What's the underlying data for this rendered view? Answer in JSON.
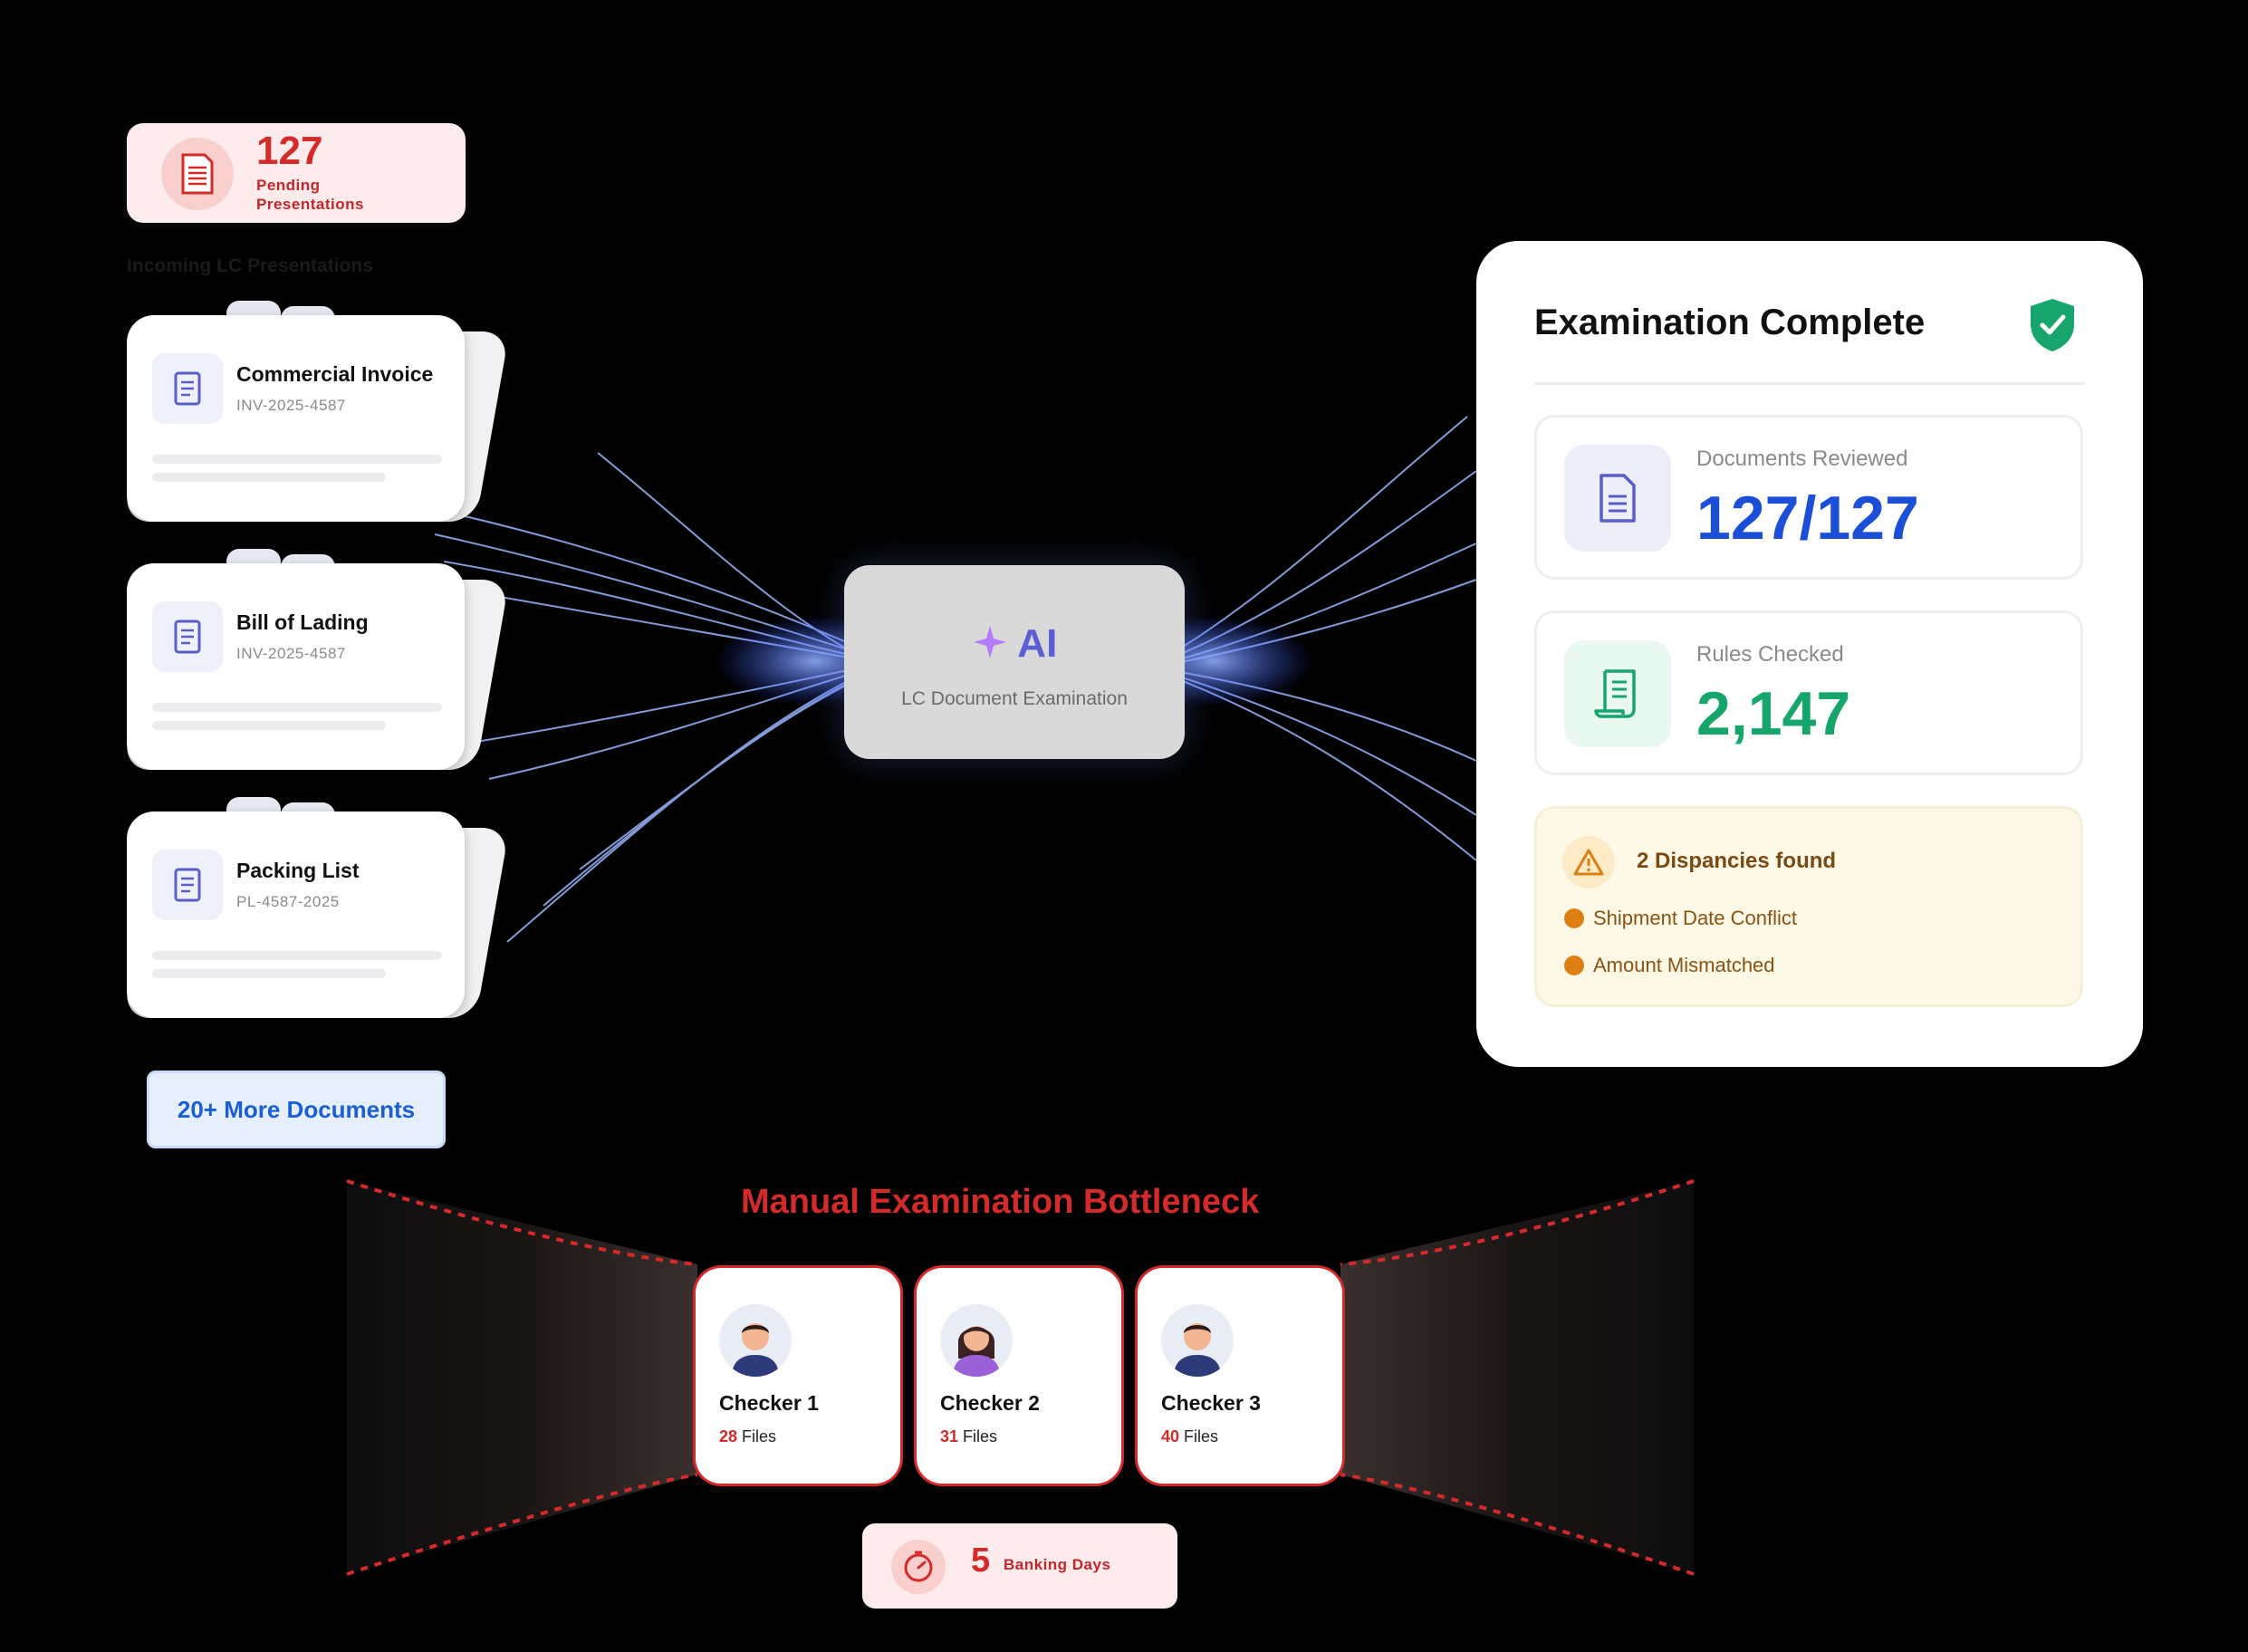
{
  "pending": {
    "count": "127",
    "label_line1": "Pending",
    "label_line2": "Presentations"
  },
  "incoming_title": "Incoming LC Presentations",
  "documents": [
    {
      "title": "Commercial Invoice",
      "ref": "INV-2025-4587"
    },
    {
      "title": "Bill of Lading",
      "ref": "INV-2025-4587"
    },
    {
      "title": "Packing List",
      "ref": "PL-4587-2025"
    }
  ],
  "more_documents": "20+ More Documents",
  "ai": {
    "title": "AI",
    "subtitle": "LC Document Examination"
  },
  "exam": {
    "title": "Examination Complete",
    "docs_reviewed_label": "Documents Reviewed",
    "docs_reviewed_value": "127/127",
    "rules_label": "Rules Checked",
    "rules_value": "2,147",
    "discrepancies_head": "2 Dispancies found",
    "discrepancies": [
      "Shipment Date Conflict",
      "Amount Mismatched"
    ]
  },
  "bottleneck": {
    "title": "Manual Examination Bottleneck",
    "checkers": [
      {
        "name": "Checker 1",
        "files_count": "28",
        "files_label": "Files"
      },
      {
        "name": "Checker 2",
        "files_count": "31",
        "files_label": "Files"
      },
      {
        "name": "Checker 3",
        "files_count": "40",
        "files_label": "Files"
      }
    ],
    "banking_count": "5",
    "banking_label": "Banking Days"
  },
  "colors": {
    "accent_red": "#d42a2a",
    "accent_blue": "#1b4fd8",
    "accent_green": "#16a56a",
    "warn_orange": "#dd7f12"
  }
}
